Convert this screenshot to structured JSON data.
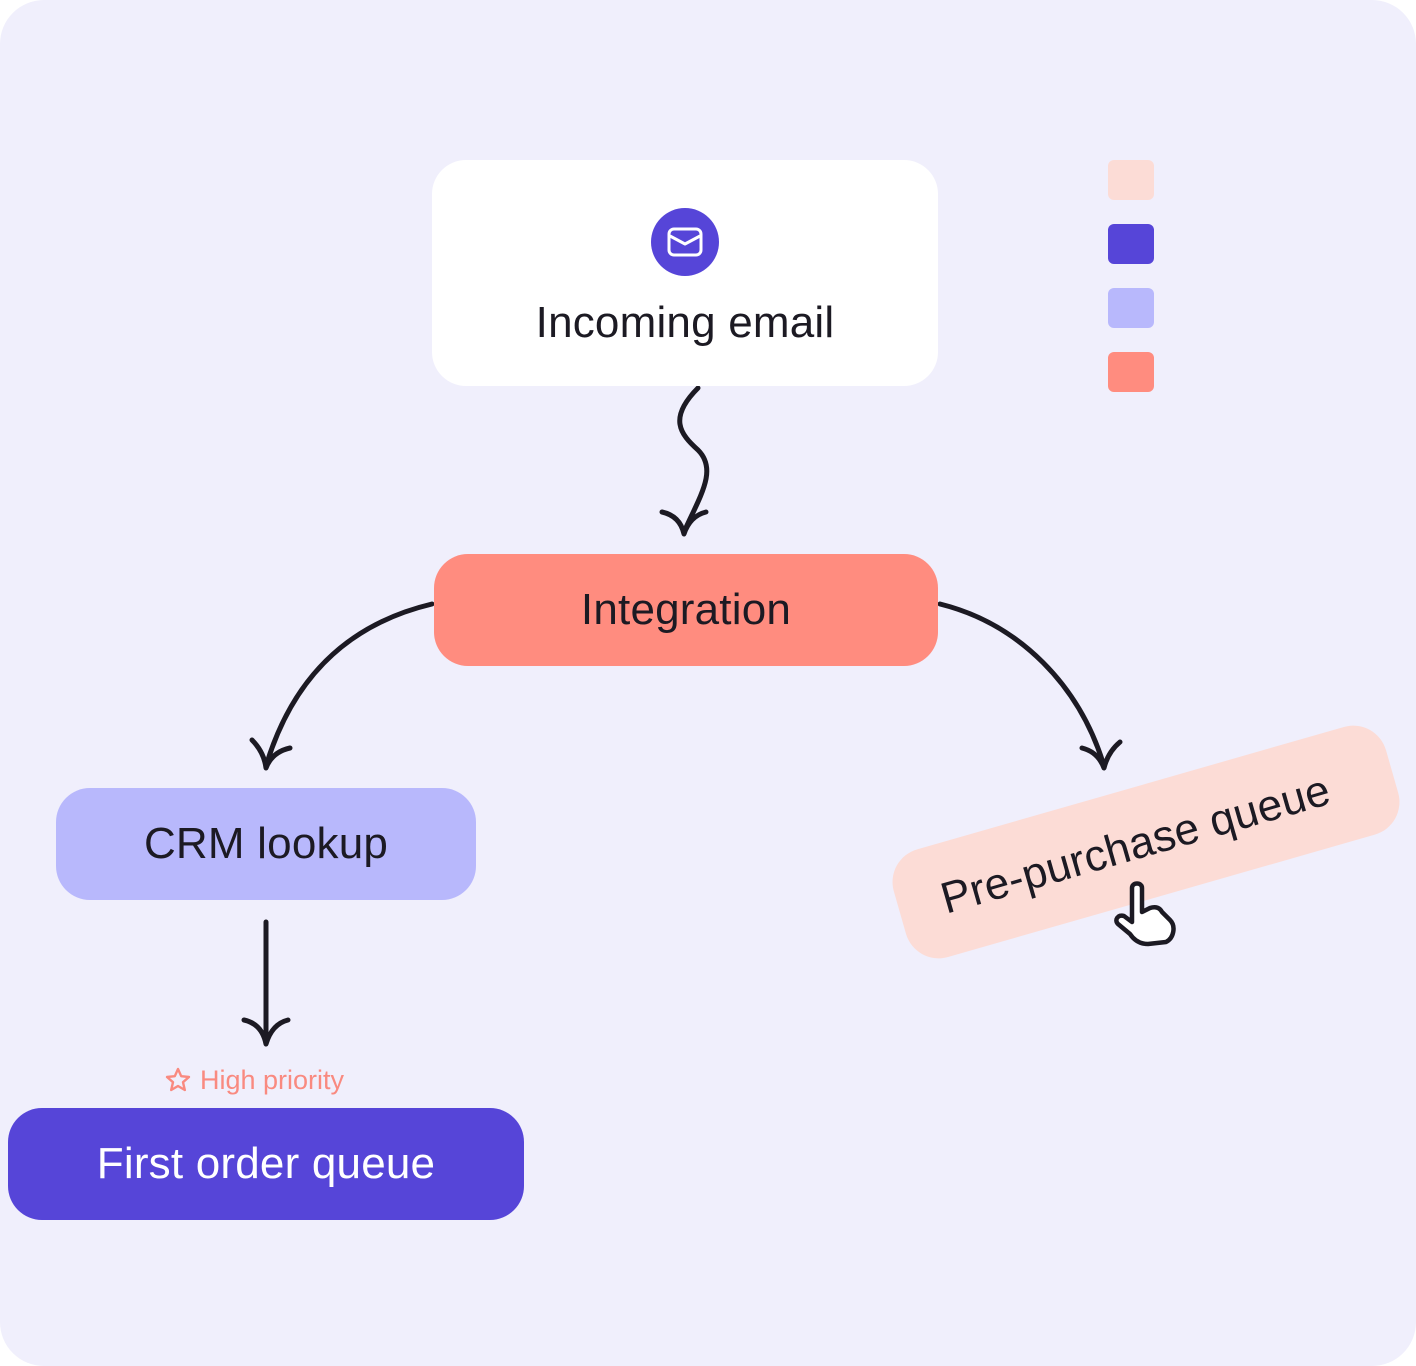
{
  "colors": {
    "background": "#f0effc",
    "email_card": "#ffffff",
    "integration": "#ff8c7f",
    "crm": "#b8b8fc",
    "first_order": "#5645d8",
    "pre_purchase": "#fcdcd6",
    "priority_text": "#f98a80",
    "connector": "#1c1a23"
  },
  "nodes": {
    "incoming_email": {
      "label": "Incoming email",
      "icon": "mail-icon"
    },
    "integration": {
      "label": "Integration"
    },
    "crm_lookup": {
      "label": "CRM lookup"
    },
    "first_order_queue": {
      "label": "First order queue",
      "tag": {
        "icon": "star-icon",
        "label": "High priority"
      }
    },
    "pre_purchase_queue": {
      "label": "Pre-purchase queue",
      "cursor_icon": "hand-pointer-icon"
    }
  },
  "edges": [
    {
      "from": "incoming_email",
      "to": "integration"
    },
    {
      "from": "integration",
      "to": "crm_lookup"
    },
    {
      "from": "integration",
      "to": "pre_purchase_queue"
    },
    {
      "from": "crm_lookup",
      "to": "first_order_queue"
    }
  ],
  "legend": {
    "swatches": [
      "#fcdcd6",
      "#5645d8",
      "#b8b8fc",
      "#ff8c7f"
    ]
  }
}
